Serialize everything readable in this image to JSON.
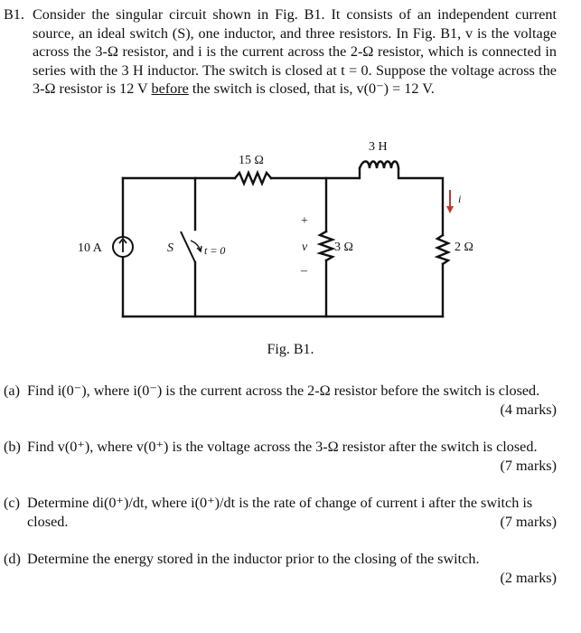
{
  "problem": {
    "number": "B1.",
    "text_parts": [
      "Consider the singular circuit shown in Fig. B1. It consists of an independent current source, an ideal switch (S), one inductor, and three resistors. In Fig. B1, v is the voltage across the 3-Ω resistor, and i is the current across the 2-Ω resistor, which is connected in series with the 3 H inductor. The switch is closed at t = 0. Suppose the voltage across the 3-Ω resistor is 12 V ",
      "before",
      " the switch is closed, that is, v(0⁻) = 12 V."
    ]
  },
  "circuit": {
    "source_label": "10 A",
    "switch_label": "S",
    "switch_time_label": "t = 0",
    "resistor_top_label": "15 Ω",
    "inductor_label": "3 H",
    "resistor_mid_label": "3 Ω",
    "resistor_right_label": "2 Ω",
    "voltage_label": "v",
    "plus_sign": "+",
    "minus_sign": "–",
    "current_label": "i"
  },
  "caption": "Fig. B1.",
  "parts": [
    {
      "label": "(a)",
      "text": "Find i(0⁻), where i(0⁻) is the current across the 2-Ω resistor before the switch is closed.",
      "marks": "(4 marks)"
    },
    {
      "label": "(b)",
      "text": "Find v(0⁺), where v(0⁺) is the voltage across the 3-Ω resistor after the switch is closed.",
      "marks": "(7 marks)"
    },
    {
      "label": "(c)",
      "text": "Determine di(0⁺)/dt, where i(0⁺)/dt is the rate of change of current i after the switch is closed.",
      "marks": "(7 marks)"
    },
    {
      "label": "(d)",
      "text": "Determine the energy stored in the inductor prior to the closing of the switch.",
      "marks": "(2 marks)"
    }
  ]
}
